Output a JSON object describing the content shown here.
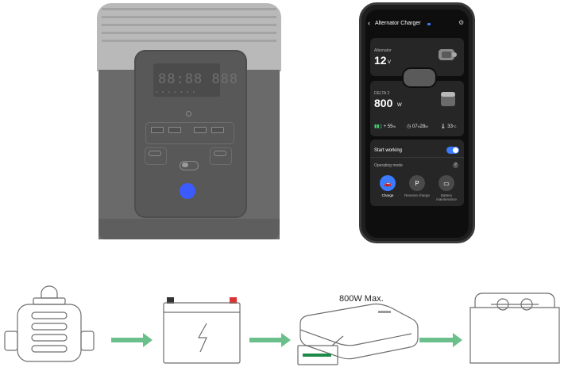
{
  "phone": {
    "title": "Alternator Charger",
    "alternator": {
      "label": "Alternator",
      "value": "12",
      "unit": "V"
    },
    "device": {
      "label": "DELTA 2",
      "value": "800",
      "unit": "W"
    },
    "stats": {
      "battery": "+ 55",
      "battery_unit": "%",
      "time": "07",
      "time_h": "H",
      "time_m": "28",
      "time_m_unit": "M",
      "temp": "33",
      "temp_unit": "°C"
    },
    "start_working": {
      "label": "Start working",
      "on": true
    },
    "operating_mode": {
      "label": "Operating mode",
      "modes": [
        {
          "label": "Charge",
          "icon": "car-icon",
          "active": true
        },
        {
          "label": "Reverse charge",
          "icon": "P",
          "active": false
        },
        {
          "label": "Battery maintenance",
          "icon": "battery-icon",
          "active": false
        }
      ]
    }
  },
  "diagram": {
    "max_label": "800W Max.",
    "colors": {
      "arrow": "#6bbf8a",
      "indicator": "#1e8a4a",
      "button": "#3b5bff",
      "toggle": "#3b7bff"
    }
  }
}
